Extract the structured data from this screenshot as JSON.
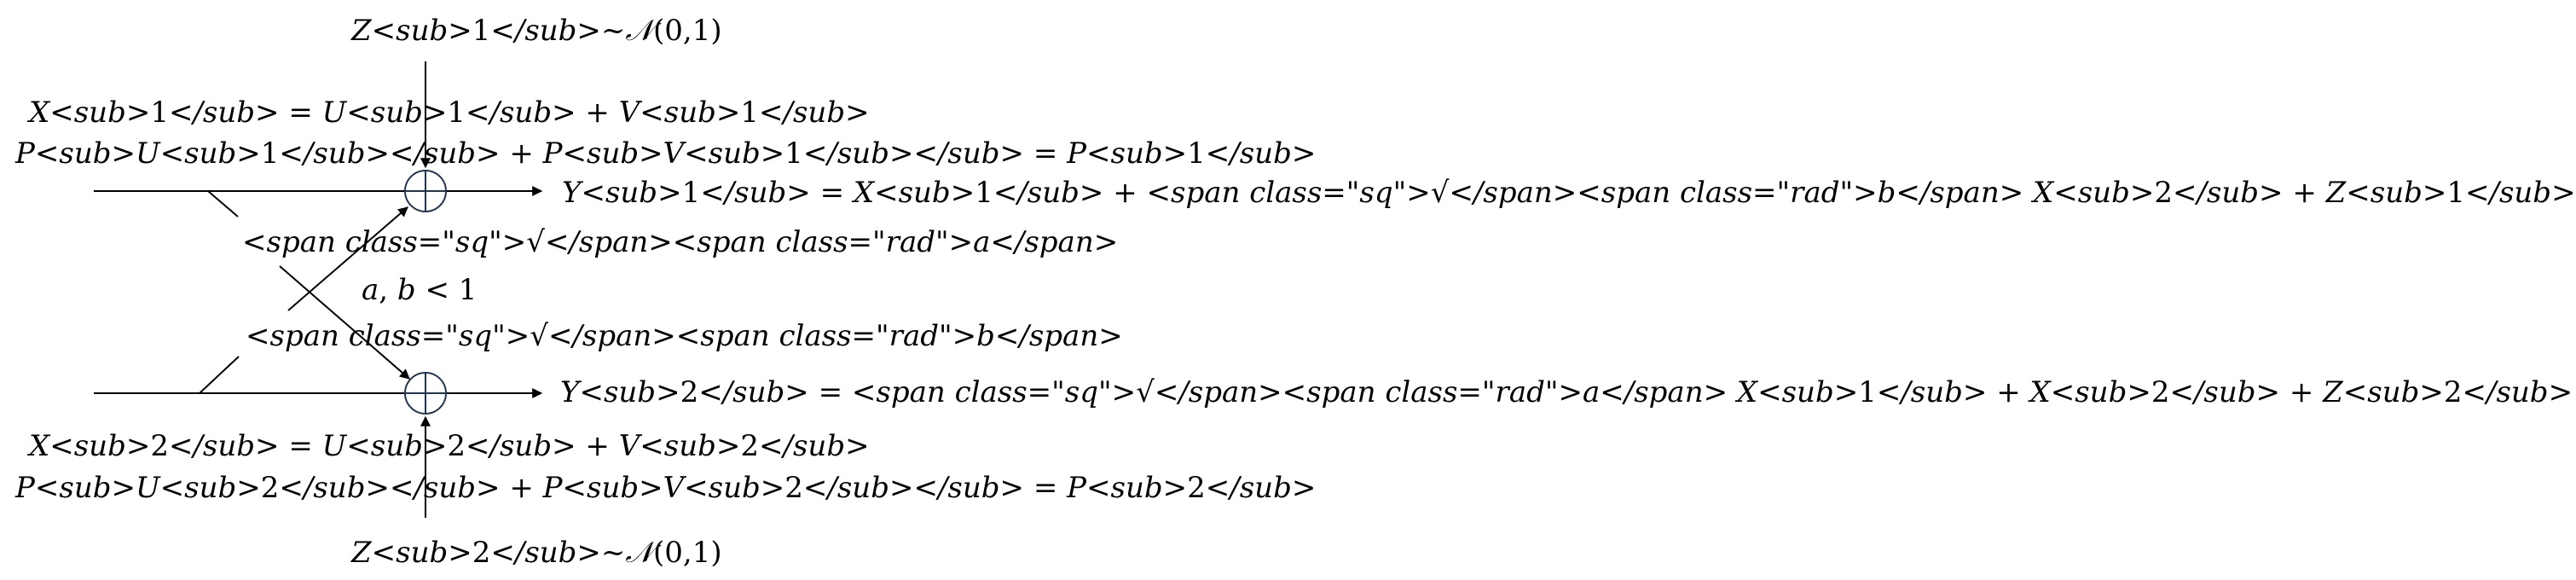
{
  "title": "",
  "noise_1": "Z₁~𝒩(0,1)",
  "noise_2": "Z₂~𝒩(0,1)",
  "input_1": {
    "signal": "X₁ = U₁ + V₁",
    "power": "P_U₁ + P_V₁ = P₁"
  },
  "input_2": {
    "signal": "X₂ = U₂ + V₂",
    "power": "P_U₂ + P_V₂ = P₂"
  },
  "output_1": "Y₁ = X₁ + √b X₂ + Z₁",
  "output_2": "Y₂ = √a X₁ + X₂ + Z₂",
  "cross_gain_a": "√a",
  "cross_gain_b": "√b",
  "constraint": "a, b < 1",
  "colors": {
    "line": "#000000",
    "adder": "#1f3550"
  },
  "icons": [
    "adder-icon",
    "arrowhead-icon"
  ]
}
